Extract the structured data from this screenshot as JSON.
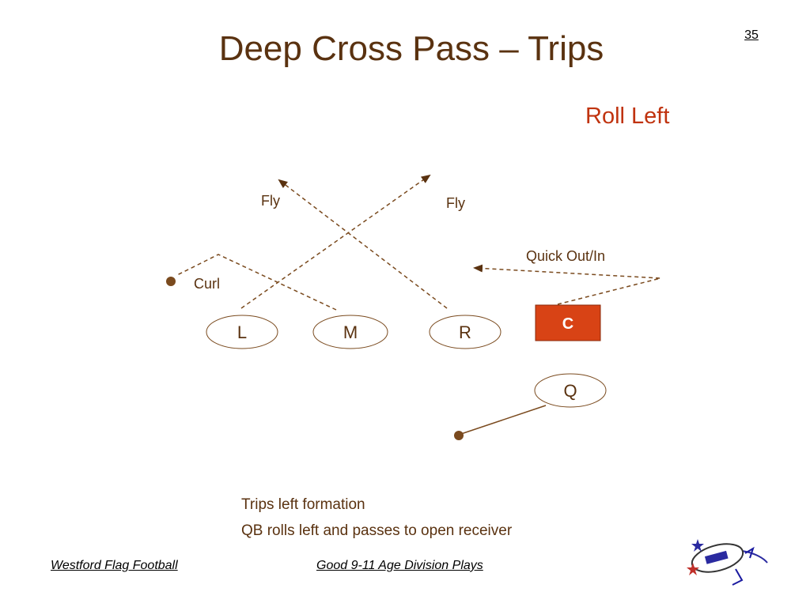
{
  "slide": {
    "number": "35",
    "title": "Deep Cross Pass – Trips",
    "subtitle": "Roll Left"
  },
  "diagram": {
    "players": {
      "left": "L",
      "middle": "M",
      "right": "R",
      "center": "C",
      "quarterback": "Q"
    },
    "route_labels": {
      "fly_left": "Fly",
      "fly_right": "Fly",
      "quick_out_in": "Quick Out/In",
      "curl": "Curl"
    },
    "colors": {
      "route": "#7a4a1e",
      "center_fill": "#d84315",
      "title": "#5a3210",
      "subtitle": "#c0330f"
    }
  },
  "notes": [
    "Trips left formation",
    "QB rolls left and passes to open receiver"
  ],
  "footer": {
    "left": "Westford Flag Football",
    "center": "Good 9-11 Age Division Plays"
  }
}
